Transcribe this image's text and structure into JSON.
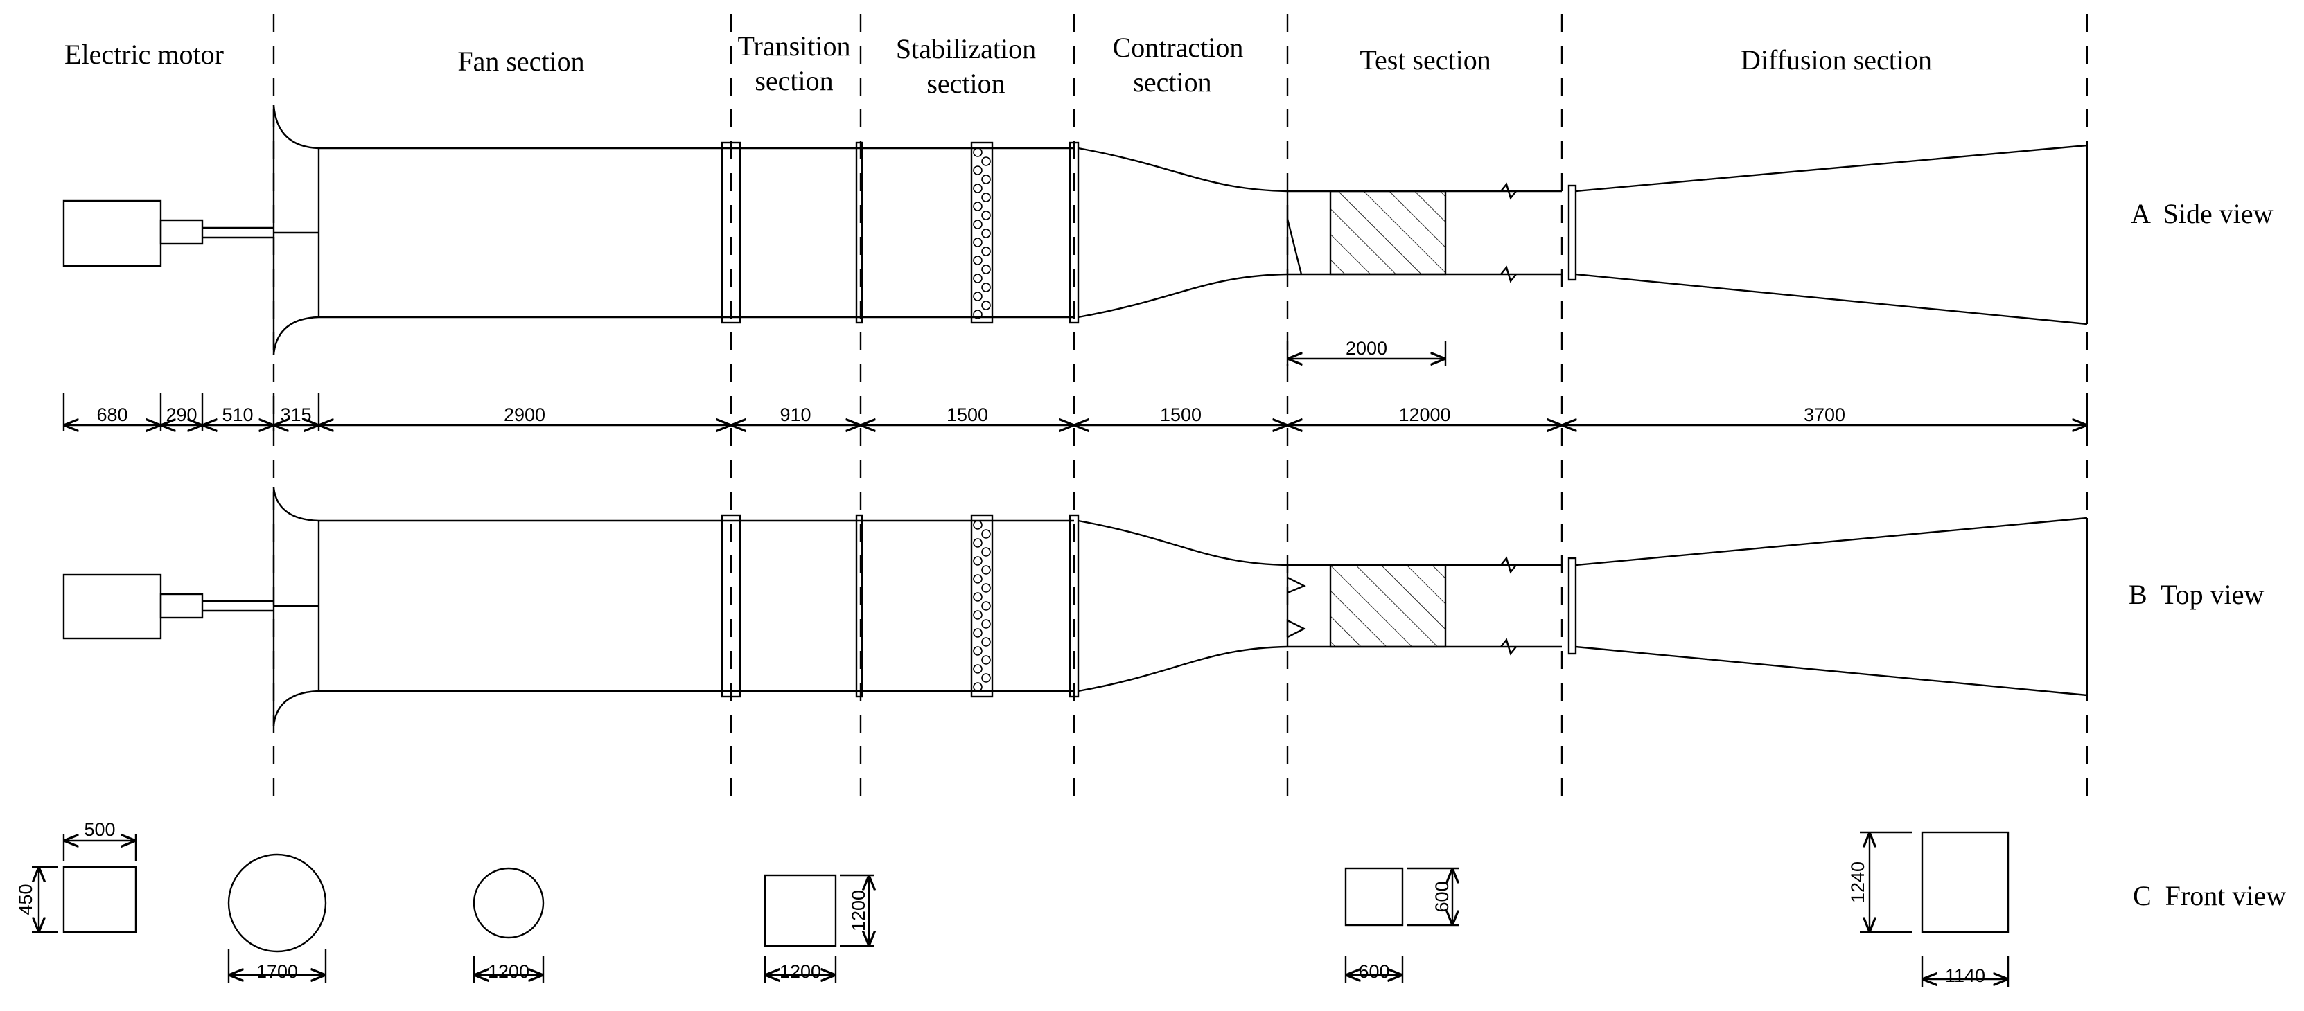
{
  "colors": {
    "line": "#000000",
    "background": "#ffffff"
  },
  "sections": [
    {
      "id": "electric-motor",
      "lines": [
        "Electric motor"
      ]
    },
    {
      "id": "fan",
      "lines": [
        "Fan section"
      ]
    },
    {
      "id": "transition",
      "lines": [
        "Transition",
        "section"
      ]
    },
    {
      "id": "stabilization",
      "lines": [
        "Stabilization",
        "section"
      ]
    },
    {
      "id": "contraction",
      "lines": [
        "Contraction",
        "section"
      ]
    },
    {
      "id": "test",
      "lines": [
        "Test section"
      ]
    },
    {
      "id": "diffusion",
      "lines": [
        "Diffusion section"
      ]
    }
  ],
  "views": {
    "side": "A  Side view",
    "top": "B  Top view",
    "front": "C  Front view"
  },
  "length_dimensions": [
    "680",
    "290",
    "510",
    "315",
    "2900",
    "910",
    "1500",
    "1500",
    "12000",
    "3700"
  ],
  "test_model_length": "2000",
  "front_view_dimensions": {
    "motor_width": "500",
    "motor_height": "450",
    "fan_outer_diameter": "1700",
    "fan_inner_diameter": "1200",
    "transition_width": "1200",
    "transition_height": "1200",
    "test_width": "600",
    "test_height": "600",
    "diffusion_width": "1140",
    "diffusion_height": "1240"
  }
}
